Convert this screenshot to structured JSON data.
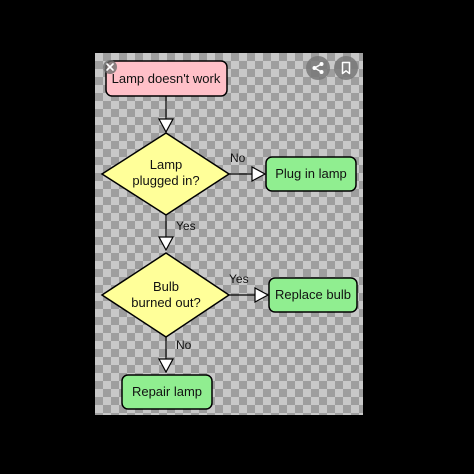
{
  "toolbar": {
    "close_icon": "close-icon",
    "share_icon": "share-icon",
    "bookmark_icon": "bookmark-icon"
  },
  "flowchart": {
    "start": "Lamp doesn't work",
    "decision1": [
      "Lamp",
      "plugged in?"
    ],
    "decision2": [
      "Bulb",
      "burned out?"
    ],
    "action_plug": "Plug in lamp",
    "action_replace": "Replace bulb",
    "action_repair": "Repair lamp",
    "edge_no_1": "No",
    "edge_yes_1": "Yes",
    "edge_yes_2": "Yes",
    "edge_no_2": "No"
  },
  "colors": {
    "start_fill": "#ffc0c8",
    "decision_fill": "#ffff99",
    "action_fill": "#90ee90",
    "stroke": "#000000"
  }
}
